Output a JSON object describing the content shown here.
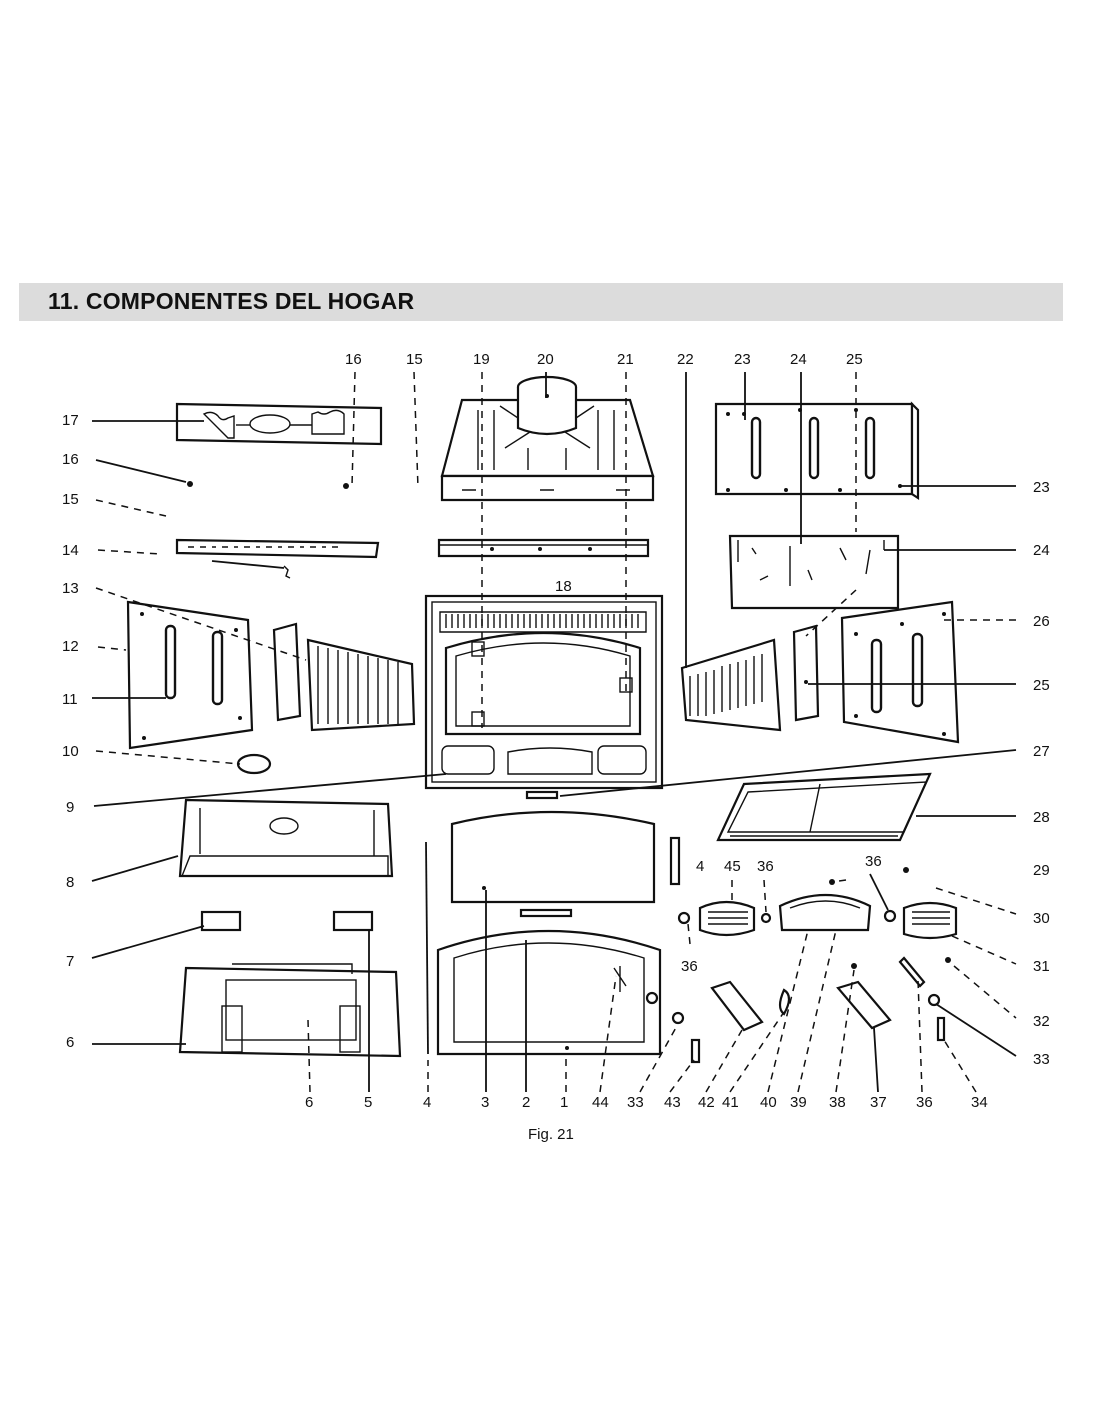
{
  "section_title": "11. COMPONENTES DEL HOGAR",
  "caption": "Fig. 21",
  "callouts": {
    "top": [
      "16",
      "15",
      "19",
      "20",
      "21",
      "22",
      "23",
      "24",
      "25"
    ],
    "left": [
      "17",
      "16",
      "15",
      "14",
      "13",
      "12",
      "11",
      "10",
      "9",
      "8",
      "7",
      "6"
    ],
    "right": [
      "23",
      "24",
      "26",
      "25",
      "27",
      "28",
      "29",
      "30",
      "31",
      "32",
      "33"
    ],
    "bottom": [
      "6",
      "5",
      "4",
      "3",
      "2",
      "1",
      "44",
      "33",
      "43",
      "42",
      "41",
      "40",
      "39",
      "38",
      "37",
      "36",
      "34"
    ],
    "inner": {
      "n18": "18",
      "n4": "4",
      "n45": "45",
      "n36a": "36",
      "n36b": "36",
      "n36c": "36"
    }
  }
}
